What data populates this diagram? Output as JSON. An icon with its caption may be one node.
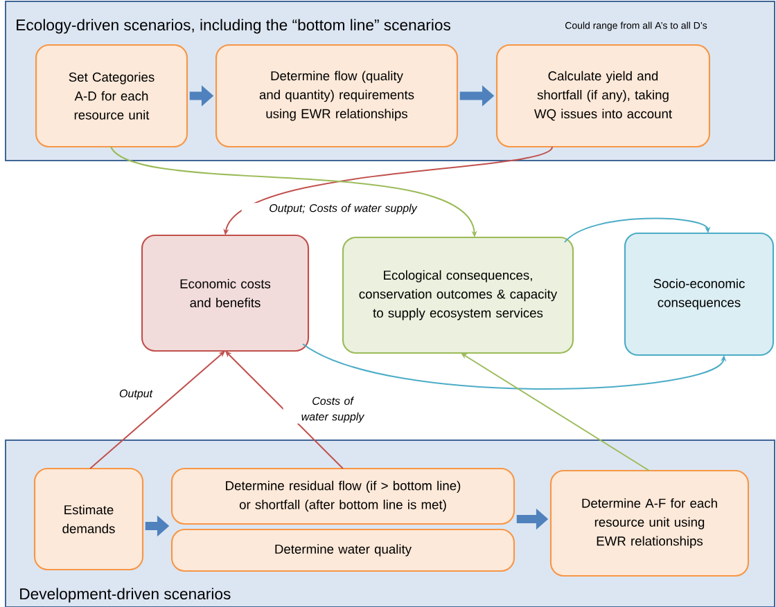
{
  "diagram": {
    "nodes": [
      {
        "text": [
          "Ecology-driven scenarios, including the “bottom line” scenarios",
          "Could range from all A’s to all D’s"
        ]
      },
      {
        "text": [
          "Set Categories A-D for each resource unit"
        ],
        "in": 0
      },
      {
        "text": [
          "Determine flow (quality and quantity) requirements using EWR relationships"
        ],
        "in": 0
      },
      {
        "text": [
          "Calculate yield and shortfall (if any), taking WQ issues into account"
        ],
        "in": 0
      },
      {
        "text": [
          "Economic costs and benefits"
        ]
      },
      {
        "text": [
          "Ecological consequences, conservation outcomes & capacity to supply ecosystem services"
        ]
      },
      {
        "text": [
          "Socio-economic consequences"
        ]
      },
      {
        "text": [
          "Development-driven scenarios"
        ]
      },
      {
        "text": [
          "Estimate demands"
        ],
        "in": 7
      },
      {
        "text": [
          "Determine residual flow (if > bottom line) or shortfall (after bottom line is met)"
        ],
        "in": 7
      },
      {
        "text": [
          "Determine water quality"
        ],
        "in": 7
      },
      {
        "text": [
          "Determine A-F for each resource unit using EWR relationships"
        ],
        "in": 7
      }
    ],
    "edges": [
      {
        "from": 1,
        "to": 2,
        "arrow": "to",
        "style": "thick",
        "color": "#4f81bd"
      },
      {
        "from": 2,
        "to": 3,
        "arrow": "to",
        "style": "thick",
        "color": "#4f81bd"
      },
      {
        "from": 3,
        "to": 4,
        "arrow": "to",
        "color": "#c0504d",
        "label": "Output; Costs of water supply"
      },
      {
        "from": 1,
        "to": 5,
        "arrow": "to",
        "color": "#9bbb59"
      },
      {
        "from": 5,
        "to": 6,
        "arrow": "to",
        "color": "#4bacc6"
      },
      {
        "from": 4,
        "to": 6,
        "arrow": "to",
        "color": "#4bacc6"
      },
      {
        "from": 8,
        "to": 4,
        "arrow": "to",
        "color": "#c0504d",
        "label": "Output"
      },
      {
        "from": 9,
        "to": 4,
        "arrow": "to",
        "color": "#c0504d",
        "label": "Costs of water supply"
      },
      {
        "from": 11,
        "to": 5,
        "arrow": "to",
        "color": "#9bbb59"
      },
      {
        "from": 8,
        "to": 9,
        "arrow": "to",
        "style": "thick",
        "color": "#4f81bd"
      },
      {
        "from": 9,
        "to": 11,
        "arrow": "to",
        "style": "thick",
        "color": "#4f81bd"
      }
    ]
  }
}
